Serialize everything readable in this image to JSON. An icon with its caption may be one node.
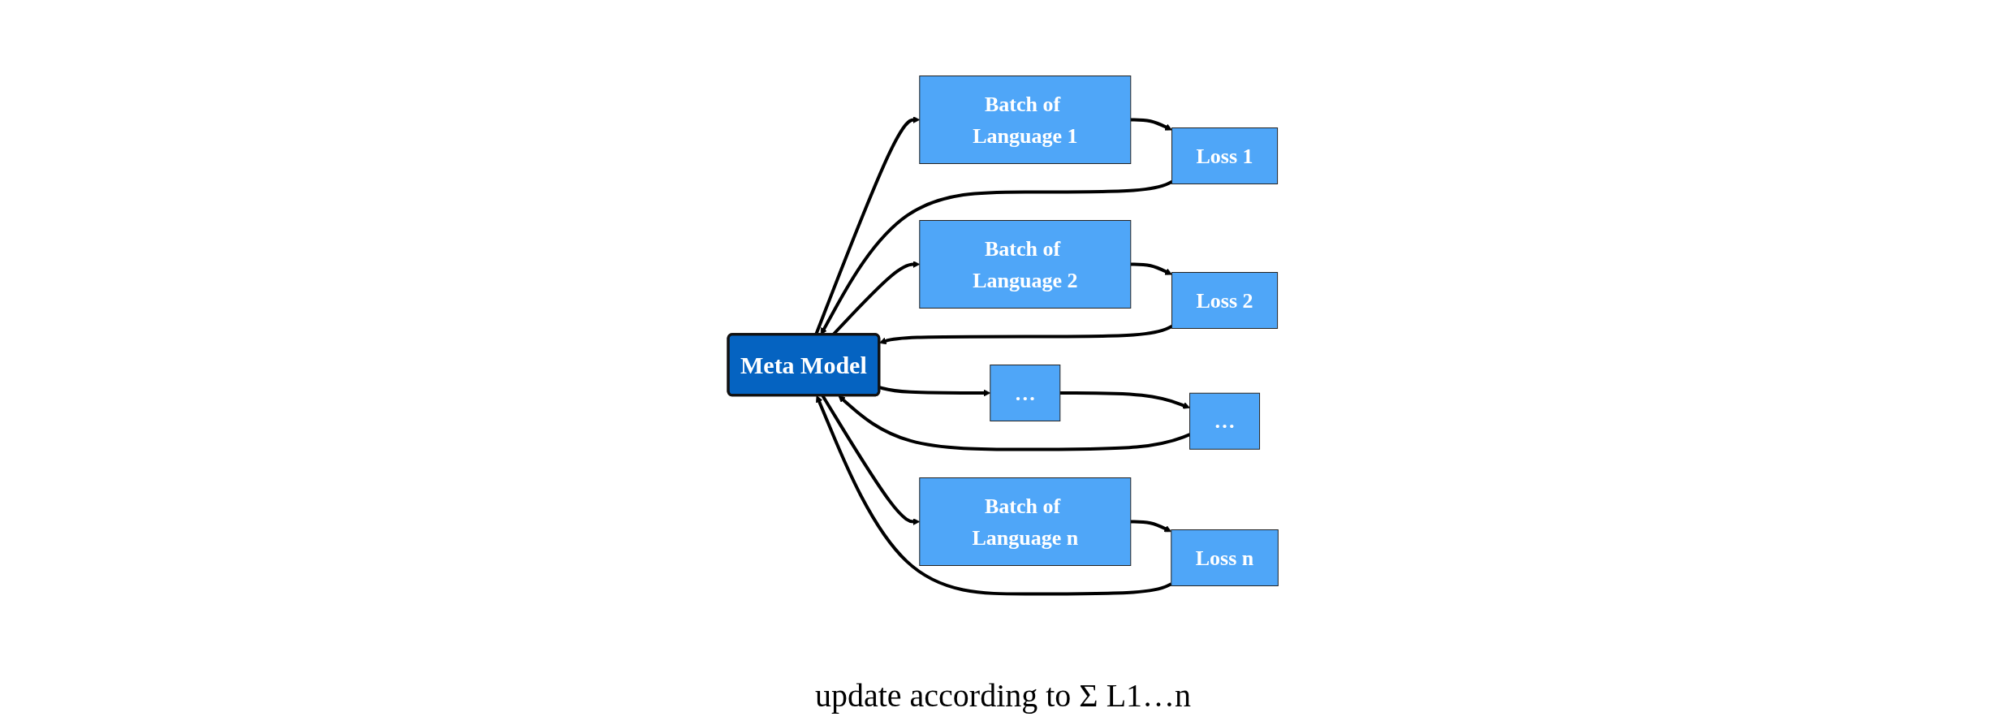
{
  "diagram": {
    "nodes": [
      {
        "text": [
          "Meta Model"
        ]
      },
      {
        "text": [
          "Batch of Language 1"
        ]
      },
      {
        "text": [
          "Batch of Language 2"
        ]
      },
      {
        "text": [
          "…"
        ]
      },
      {
        "text": [
          "Batch of Language n"
        ]
      },
      {
        "text": [
          "Loss 1"
        ]
      },
      {
        "text": [
          "Loss 2"
        ]
      },
      {
        "text": [
          "…"
        ]
      },
      {
        "text": [
          "Loss n"
        ]
      }
    ],
    "edges": [
      {
        "from": 0,
        "to": 1,
        "arrow": "to"
      },
      {
        "from": 0,
        "to": 2,
        "arrow": "to"
      },
      {
        "from": 0,
        "to": 3,
        "arrow": "to"
      },
      {
        "from": 0,
        "to": 4,
        "arrow": "to"
      },
      {
        "from": 1,
        "to": 5,
        "arrow": "to"
      },
      {
        "from": 2,
        "to": 6,
        "arrow": "to"
      },
      {
        "from": 3,
        "to": 7,
        "arrow": "to"
      },
      {
        "from": 4,
        "to": 8,
        "arrow": "to"
      },
      {
        "from": 5,
        "to": 0,
        "arrow": "to"
      },
      {
        "from": 6,
        "to": 0,
        "arrow": "to"
      },
      {
        "from": 7,
        "to": 0,
        "arrow": "to"
      },
      {
        "from": 8,
        "to": 0,
        "arrow": "to"
      }
    ],
    "labels": [
      "update according to Σ L1…n"
    ]
  }
}
